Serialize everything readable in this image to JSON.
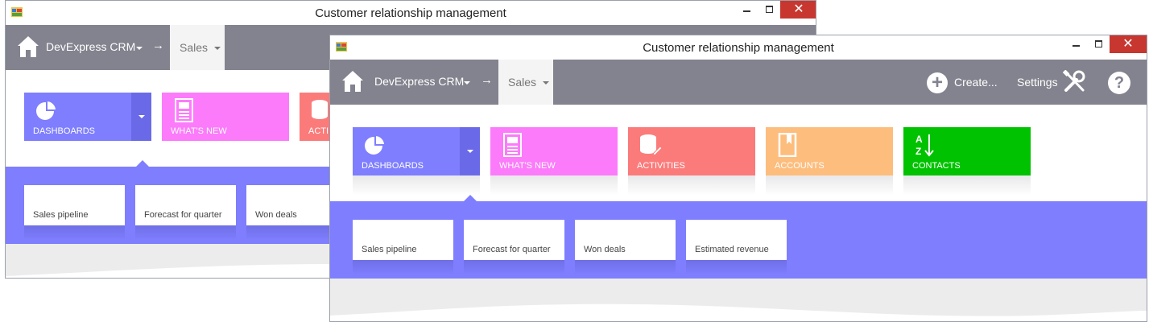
{
  "window": {
    "title": "Customer relationship management",
    "close_glyph": "✕"
  },
  "nav": {
    "brand": "DevExpress CRM",
    "separator": "→",
    "current": "Sales",
    "create_label": "Create...",
    "settings_label": "Settings",
    "help_glyph": "?",
    "plus_glyph": "+"
  },
  "tiles": [
    {
      "label": "DASHBOARDS",
      "color": "#7e7eff",
      "icon": "pie-chart-icon"
    },
    {
      "label": "WHAT'S NEW",
      "color": "#fb7bfa",
      "icon": "newspaper-icon"
    },
    {
      "label": "ACTIVITIES",
      "color": "#fb7b7b",
      "icon": "database-edit-icon"
    },
    {
      "label": "ACCOUNTS",
      "color": "#fdbd7d",
      "icon": "book-icon"
    },
    {
      "label": "CONTACTS",
      "color": "#00c200",
      "icon": "sort-az-icon"
    }
  ],
  "back_activity_label": "ACTI",
  "dashboards": [
    {
      "label": "Sales pipeline"
    },
    {
      "label": "Forecast for quarter"
    },
    {
      "label": "Won deals"
    },
    {
      "label": "Estimated revenue"
    }
  ],
  "colors": {
    "navbar": "#82838e",
    "panel": "#7e7eff",
    "close": "#c7372f"
  }
}
